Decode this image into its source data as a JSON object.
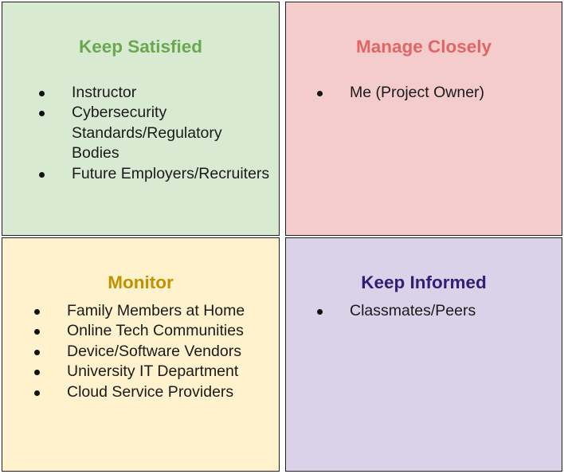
{
  "quadrants": {
    "keep_satisfied": {
      "title": "Keep Satisfied",
      "title_color": "#6aa84f",
      "bg_color": "#d9ead3",
      "items": [
        "Instructor",
        "Cybersecurity Standards/Regulatory Bodies",
        "Future Employers/Recruiters"
      ]
    },
    "manage_closely": {
      "title": "Manage Closely",
      "title_color": "#e06666",
      "bg_color": "#f4cccc",
      "items": [
        "Me (Project Owner)"
      ]
    },
    "monitor": {
      "title": "Monitor",
      "title_color": "#bf9000",
      "bg_color": "#fff2cc",
      "items": [
        "Family Members at Home",
        "Online Tech Communities",
        "Device/Software Vendors",
        "University IT Department",
        "Cloud Service Providers"
      ]
    },
    "keep_informed": {
      "title": "Keep Informed",
      "title_color": "#351c75",
      "bg_color": "#d9d2e9",
      "items": [
        "Classmates/Peers"
      ]
    }
  }
}
